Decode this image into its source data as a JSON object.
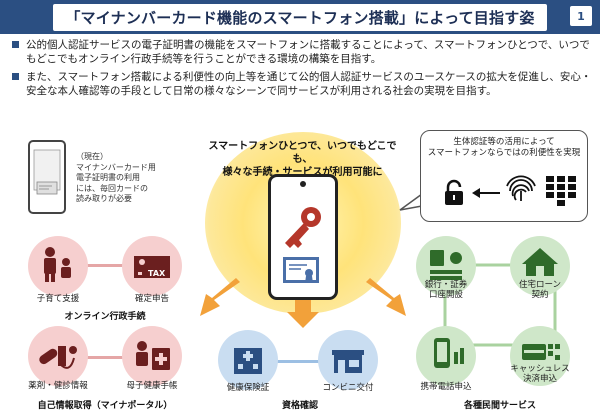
{
  "header": {
    "title": "「マイナンバーカード機能のスマートフォン搭載」によって目指す姿",
    "page_number": "1"
  },
  "bullets": [
    "公的個人認証サービスの電子証明書の機能をスマートフォンに搭載することによって、スマートフォンひとつで、いつでもどこでもオンライン行政手続等を行うことができる環境の構築を目指す。",
    "また、スマートフォン搭載による利便性の向上等を通じて公的個人認証サービスのユースケースの拡大を促進し、安心・安全な本人確認等の手段として日常の様々なシーンで同サービスが利用される社会の実現を目指す。"
  ],
  "center": {
    "line1": "スマートフォンひとつで、いつでもどこでも、",
    "line2": "様々な手続・サービスが利用可能に"
  },
  "current_note": {
    "line1": "（現在）",
    "line2": "マイナンバーカード用",
    "line3": "電子証明書の利用",
    "line4": "には、毎回カードの",
    "line5": "読み取りが必要"
  },
  "bubble": {
    "line1": "生体認証等の活用によって",
    "line2": "スマートフォンならではの利便性を実現"
  },
  "admin": {
    "items": [
      {
        "label": "子育て支援",
        "icon": "family-icon"
      },
      {
        "label": "確定申告",
        "icon": "tax-bill-icon"
      }
    ],
    "tax_text": "TAX",
    "group_label": "オンライン行政手続"
  },
  "portal": {
    "items": [
      {
        "label": "薬剤・健診情報",
        "icon": "medicine-icon"
      },
      {
        "label": "母子健康手帳",
        "icon": "mother-child-icon"
      }
    ],
    "group_label": "自己情報取得（マイナポータル）"
  },
  "identity": {
    "items": [
      {
        "label": "健康保険証",
        "icon": "hospital-icon"
      },
      {
        "label": "コンビニ交付",
        "icon": "convenience-store-icon"
      }
    ],
    "group_label": "資格確認"
  },
  "private": {
    "items": [
      {
        "label": "銀行・証券\n口座開設",
        "icon": "bank-icon"
      },
      {
        "label": "住宅ローン\n契約",
        "icon": "house-icon"
      },
      {
        "label": "携帯電話申込",
        "icon": "mobile-phone-icon"
      },
      {
        "label": "キャッシュレス\n決済申込",
        "icon": "cashless-icon"
      }
    ],
    "group_label": "各種民間サービス"
  },
  "colors": {
    "header": "#2b4f82",
    "accent_orange": "#f2a13a",
    "pink": "#f6cfcf",
    "blue": "#c9ddf1",
    "green": "#cfe7c9",
    "key_red": "#b5372a"
  }
}
